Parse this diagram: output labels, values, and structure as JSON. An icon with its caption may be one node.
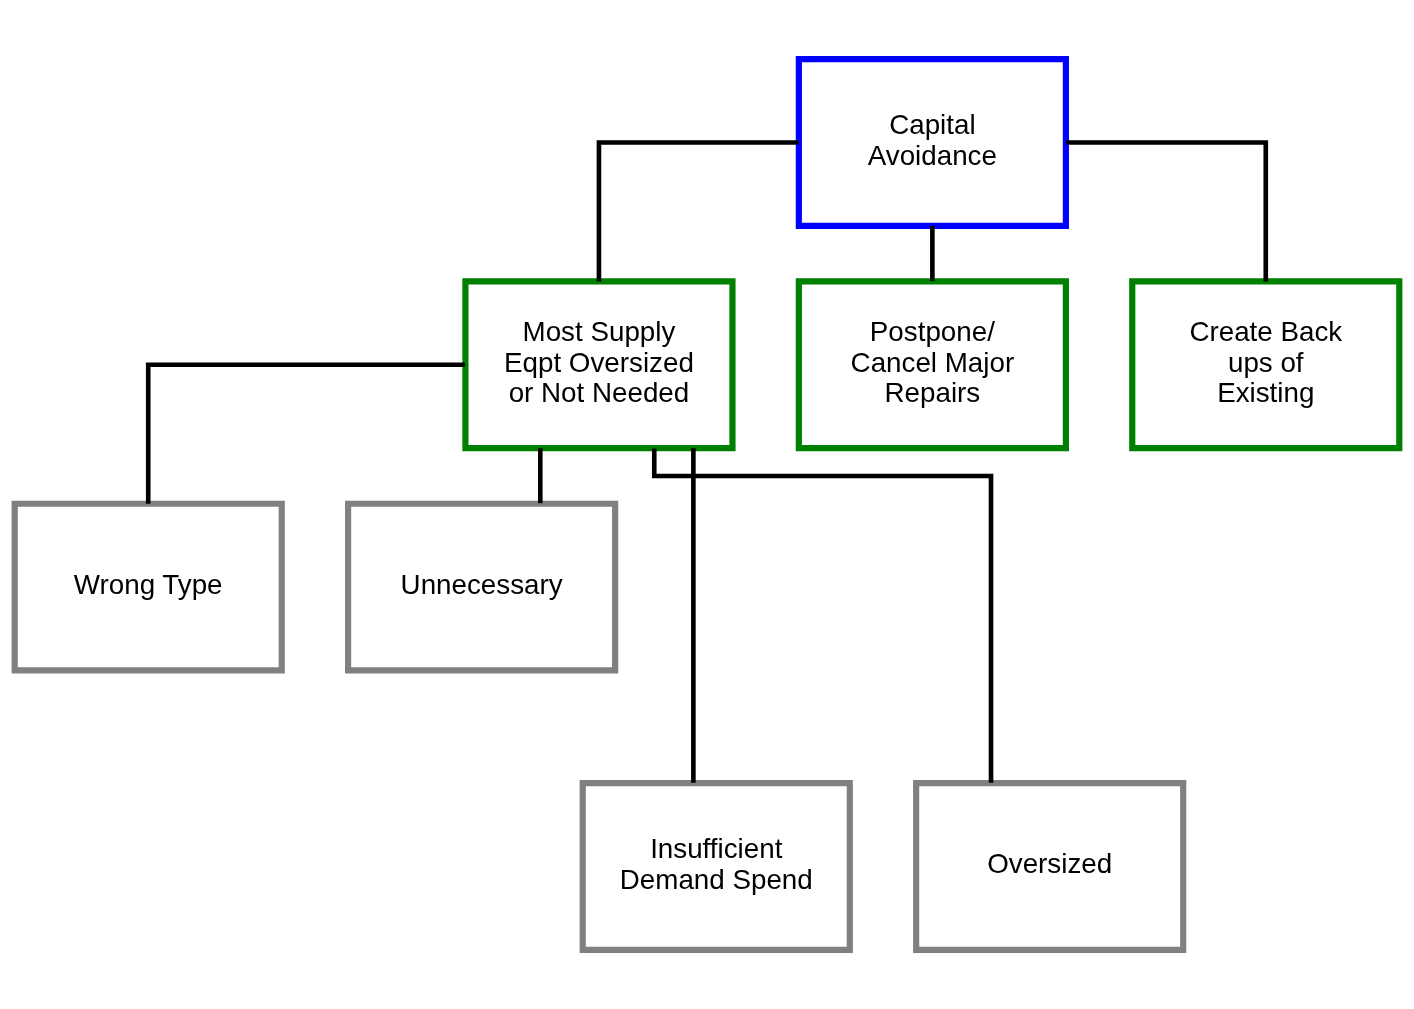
{
  "diagram": {
    "nodes": [
      {
        "text": [
          "Capital Avoidance"
        ]
      },
      {
        "text": [
          "Most Supply Eqpt Oversized or Not Needed"
        ]
      },
      {
        "text": [
          "Postpone/ Cancel Major Repairs"
        ]
      },
      {
        "text": [
          "Create Back ups of Existing"
        ]
      },
      {
        "text": [
          "Wrong Type"
        ]
      },
      {
        "text": [
          "Unnecessary"
        ]
      },
      {
        "text": [
          "Insufficient Demand Spend"
        ]
      },
      {
        "text": [
          "Oversized"
        ]
      }
    ],
    "edges": [
      {
        "from": 0,
        "to": 1,
        "arrow": "none"
      },
      {
        "from": 0,
        "to": 2,
        "arrow": "none"
      },
      {
        "from": 0,
        "to": 3,
        "arrow": "none"
      },
      {
        "from": 1,
        "to": 4,
        "arrow": "none"
      },
      {
        "from": 1,
        "to": 5,
        "arrow": "none"
      },
      {
        "from": 1,
        "to": 6,
        "arrow": "none"
      },
      {
        "from": 1,
        "to": 7,
        "arrow": "none"
      }
    ]
  }
}
